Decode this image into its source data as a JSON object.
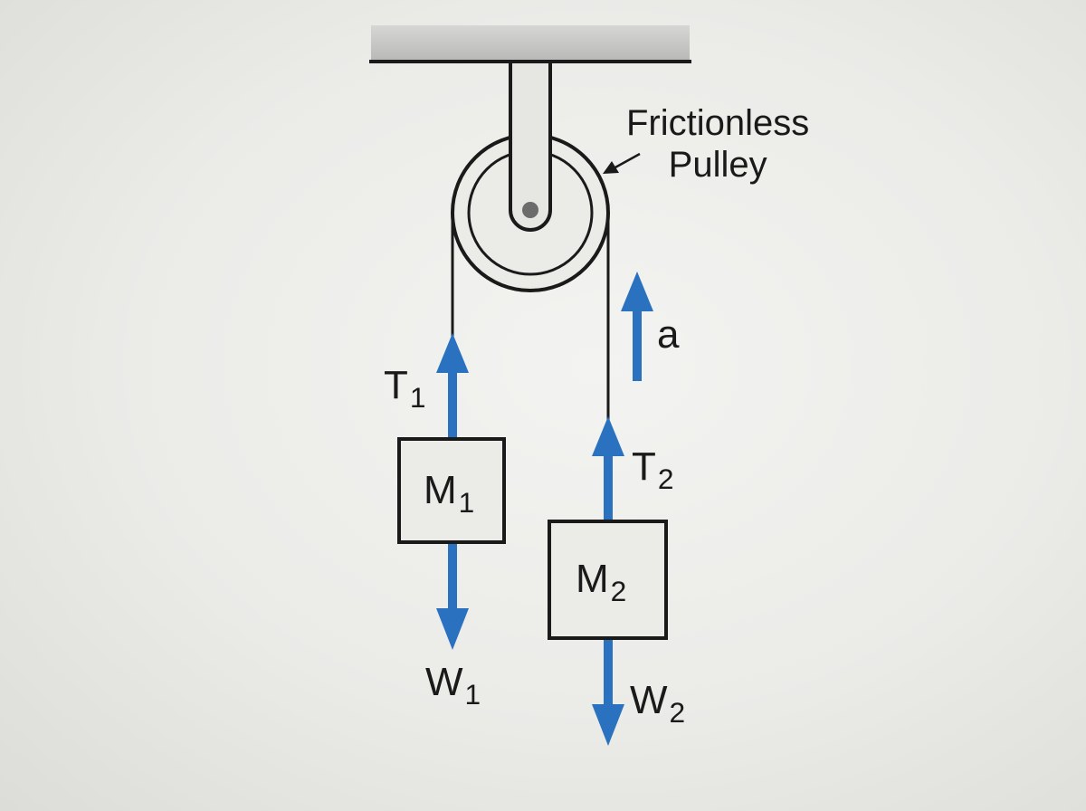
{
  "labels": {
    "pulley_line1": "Frictionless",
    "pulley_line2": "Pulley",
    "accel": "a",
    "t1": {
      "main": "T",
      "sub": "1"
    },
    "t2": {
      "main": "T",
      "sub": "2"
    },
    "m1": {
      "main": "M",
      "sub": "1"
    },
    "m2": {
      "main": "M",
      "sub": "2"
    },
    "w1": {
      "main": "W",
      "sub": "1"
    },
    "w2": {
      "main": "W",
      "sub": "2"
    }
  },
  "colors": {
    "force_arrow": "#2a72c0",
    "line": "#1a1a1a",
    "ceiling": "#c4c4c2"
  }
}
